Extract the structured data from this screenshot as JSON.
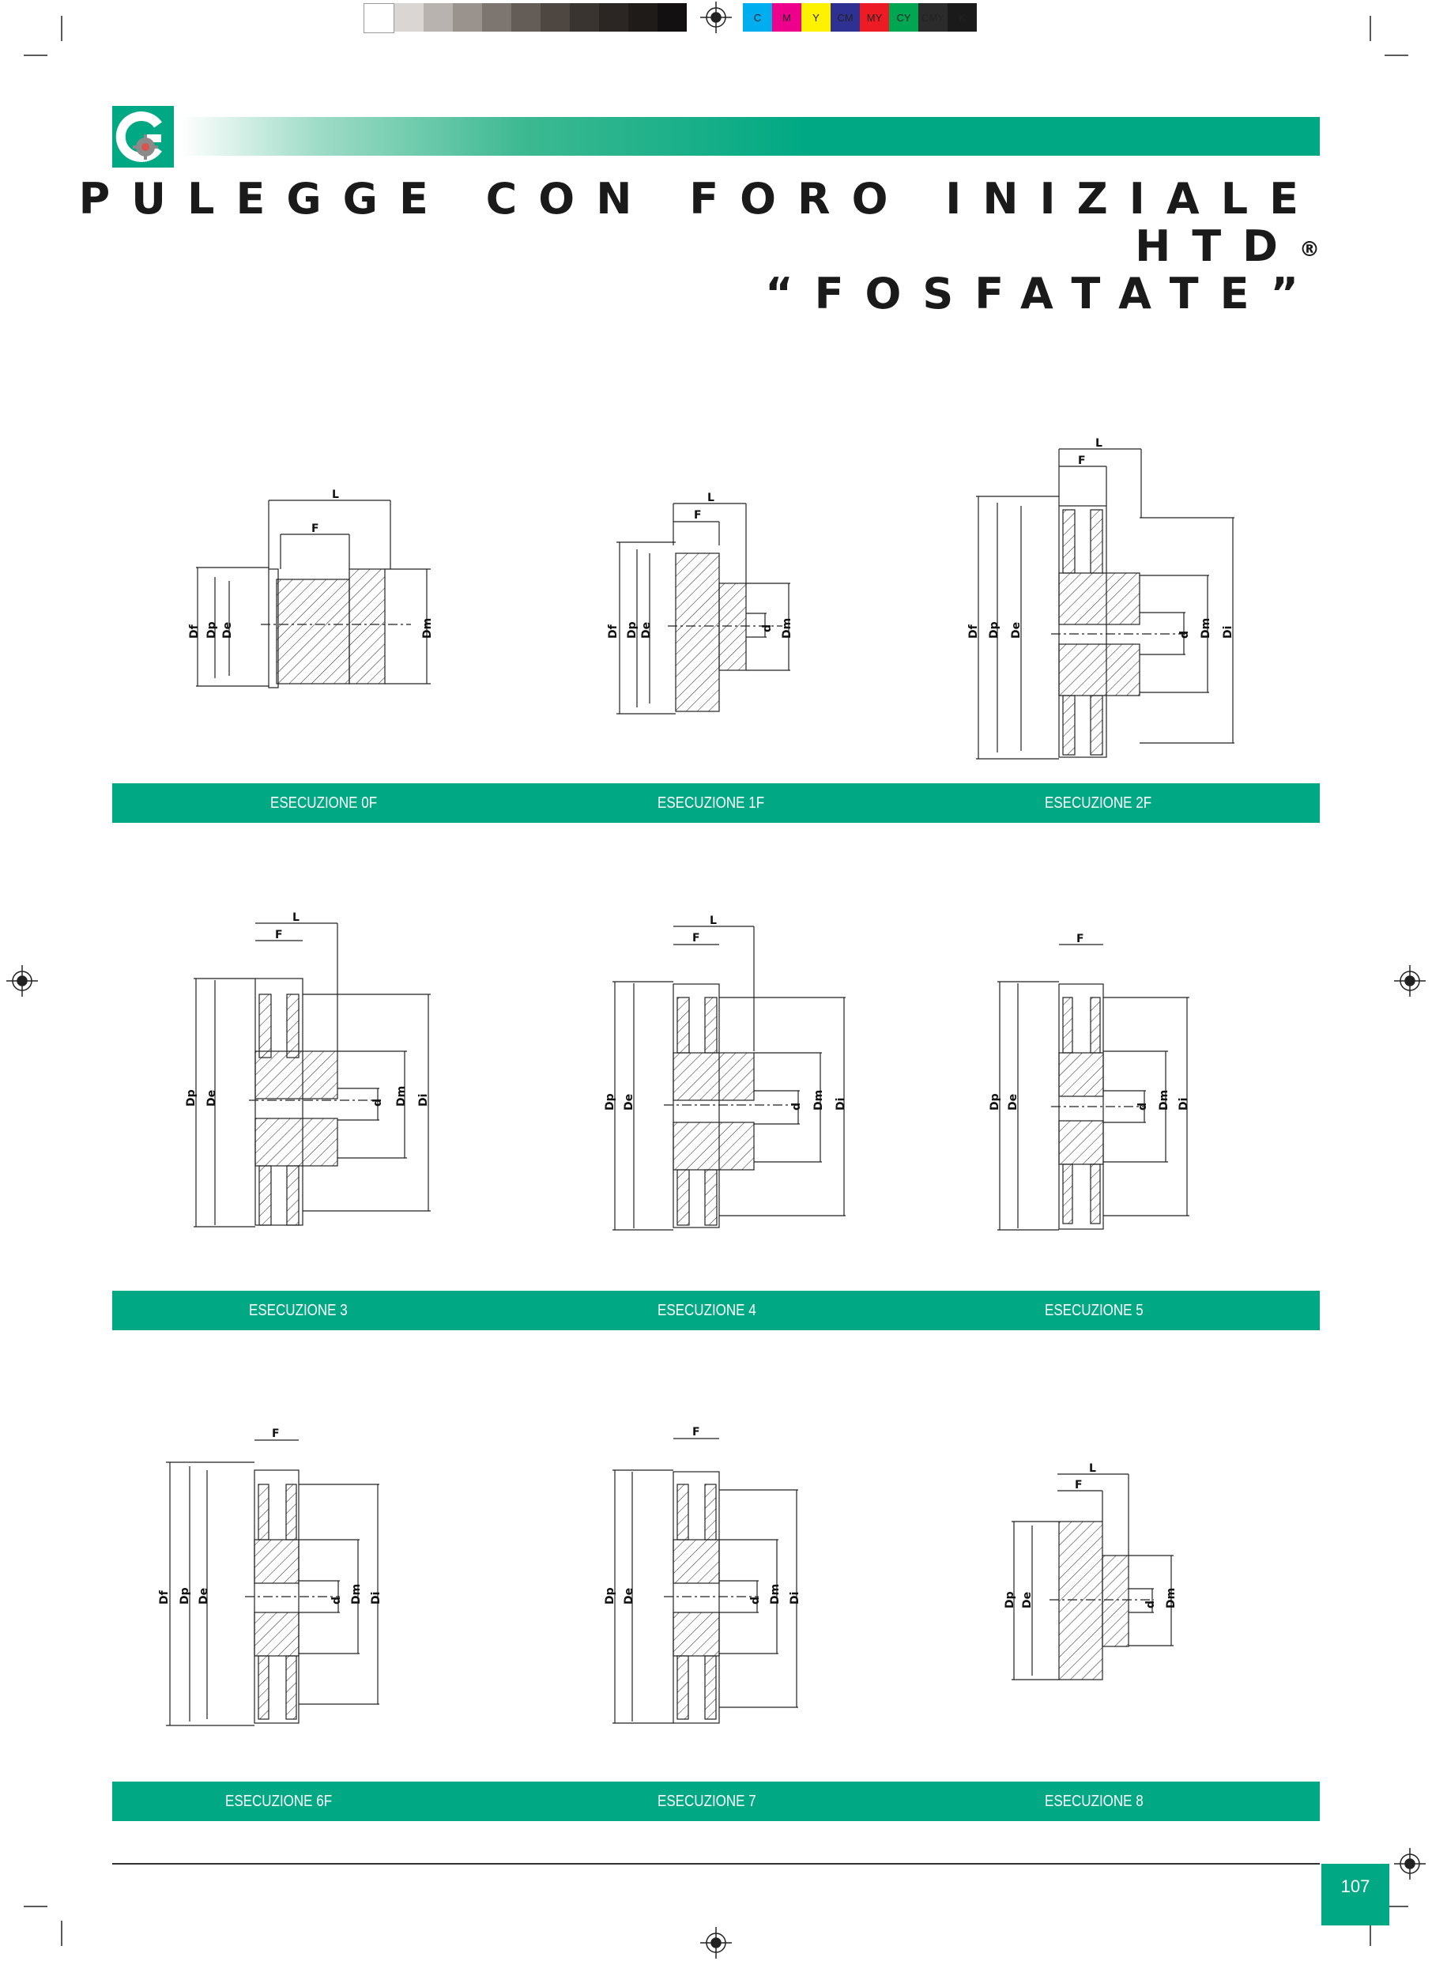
{
  "header": {
    "title_line1": "PULEGGE CON FORO INIZIALE HTD",
    "registered_mark": "®",
    "title_line2": "“FOSFATATE”"
  },
  "color_bar": {
    "grays": [
      "#ffffff",
      "#d9d6d3",
      "#b8b3ae",
      "#9a938d",
      "#7d756f",
      "#645c56",
      "#4d4641",
      "#3a3430",
      "#2b2623",
      "#1e1b19",
      "#121010"
    ],
    "cmyk": [
      {
        "label": "C",
        "color": "#00aeef"
      },
      {
        "label": "M",
        "color": "#ec008c"
      },
      {
        "label": "Y",
        "color": "#fff200"
      },
      {
        "label": "CM",
        "color": "#2e3192"
      },
      {
        "label": "MY",
        "color": "#ed1c24"
      },
      {
        "label": "CY",
        "color": "#00a651"
      },
      {
        "label": "CMY",
        "color": "#2b2b2b"
      },
      {
        "label": "K",
        "color": "#1a1a1a"
      }
    ]
  },
  "accent_color": "#00a983",
  "dimension_labels": {
    "L": "L",
    "F": "F",
    "Df": "Df",
    "Dp": "Dp",
    "De": "De",
    "Dm": "Dm",
    "Di": "Di",
    "d": "d"
  },
  "rows": [
    {
      "labels": [
        "ESECUZIONE 0F",
        "ESECUZIONE 1F",
        "ESECUZIONE 2F"
      ]
    },
    {
      "labels": [
        "ESECUZIONE 3",
        "ESECUZIONE 4",
        "ESECUZIONE 5"
      ]
    },
    {
      "labels": [
        "ESECUZIONE 6F",
        "ESECUZIONE 7",
        "ESECUZIONE 8"
      ]
    }
  ],
  "footer": {
    "page_number": "107"
  }
}
